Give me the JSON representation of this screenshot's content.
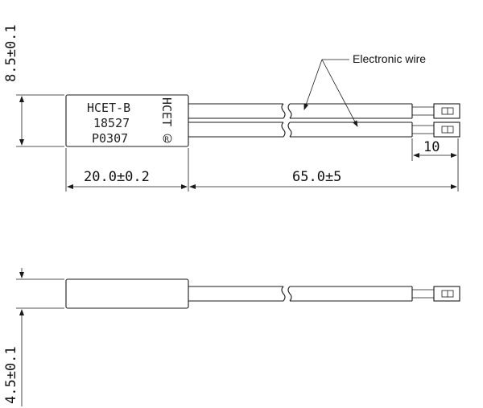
{
  "top_view": {
    "body_label_line1": "HCET-B",
    "body_label_line2": "18527",
    "body_label_line3": "P0307",
    "side_mark": "HCET",
    "registered_mark": "R",
    "height_dimension": "8.5±0.1",
    "body_length_dimension": "20.0±0.2",
    "wire_length_dimension": "65.0±5",
    "terminal_dimension": "10",
    "wire_callout": "Electronic wire"
  },
  "side_view": {
    "thickness_dimension": "4.5±0.1"
  }
}
